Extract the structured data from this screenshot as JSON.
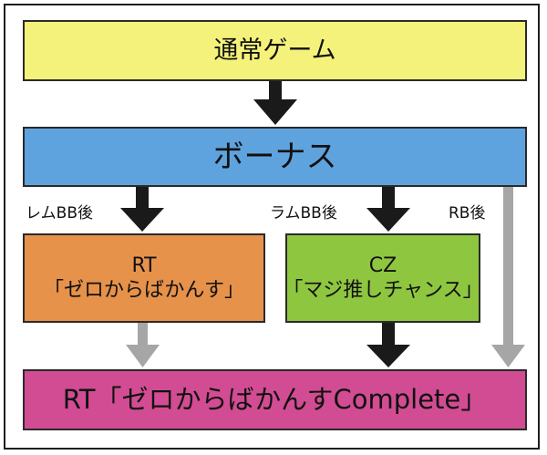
{
  "colors": {
    "normal": "#f4f27a",
    "bonus": "#5fa3de",
    "rt": "#e6924b",
    "cz": "#8ec63f",
    "final": "#d24c93",
    "arrow_black": "#1a1a1a",
    "arrow_gray": "#a6a6a6"
  },
  "nodes": {
    "normal": "通常ゲーム",
    "bonus": "ボーナス",
    "rt_line1": "RT",
    "rt_line2": "「ゼロからばかんす」",
    "cz_line1": "CZ",
    "cz_line2": "「マジ推しチャンス」",
    "final": "RT「ゼロからばかんすComplete」"
  },
  "edge_labels": {
    "remu_bb": "レムBB後",
    "ramu_bb": "ラムBB後",
    "rb": "RB後"
  },
  "edges": [
    {
      "from": "normal",
      "to": "bonus",
      "style": "black"
    },
    {
      "from": "bonus",
      "to": "rt",
      "label": "レムBB後",
      "style": "black"
    },
    {
      "from": "bonus",
      "to": "cz",
      "label": "ラムBB後",
      "style": "black"
    },
    {
      "from": "bonus",
      "to": "final",
      "label": "RB後",
      "style": "gray"
    },
    {
      "from": "rt",
      "to": "final",
      "style": "gray"
    },
    {
      "from": "cz",
      "to": "final",
      "style": "black"
    }
  ]
}
